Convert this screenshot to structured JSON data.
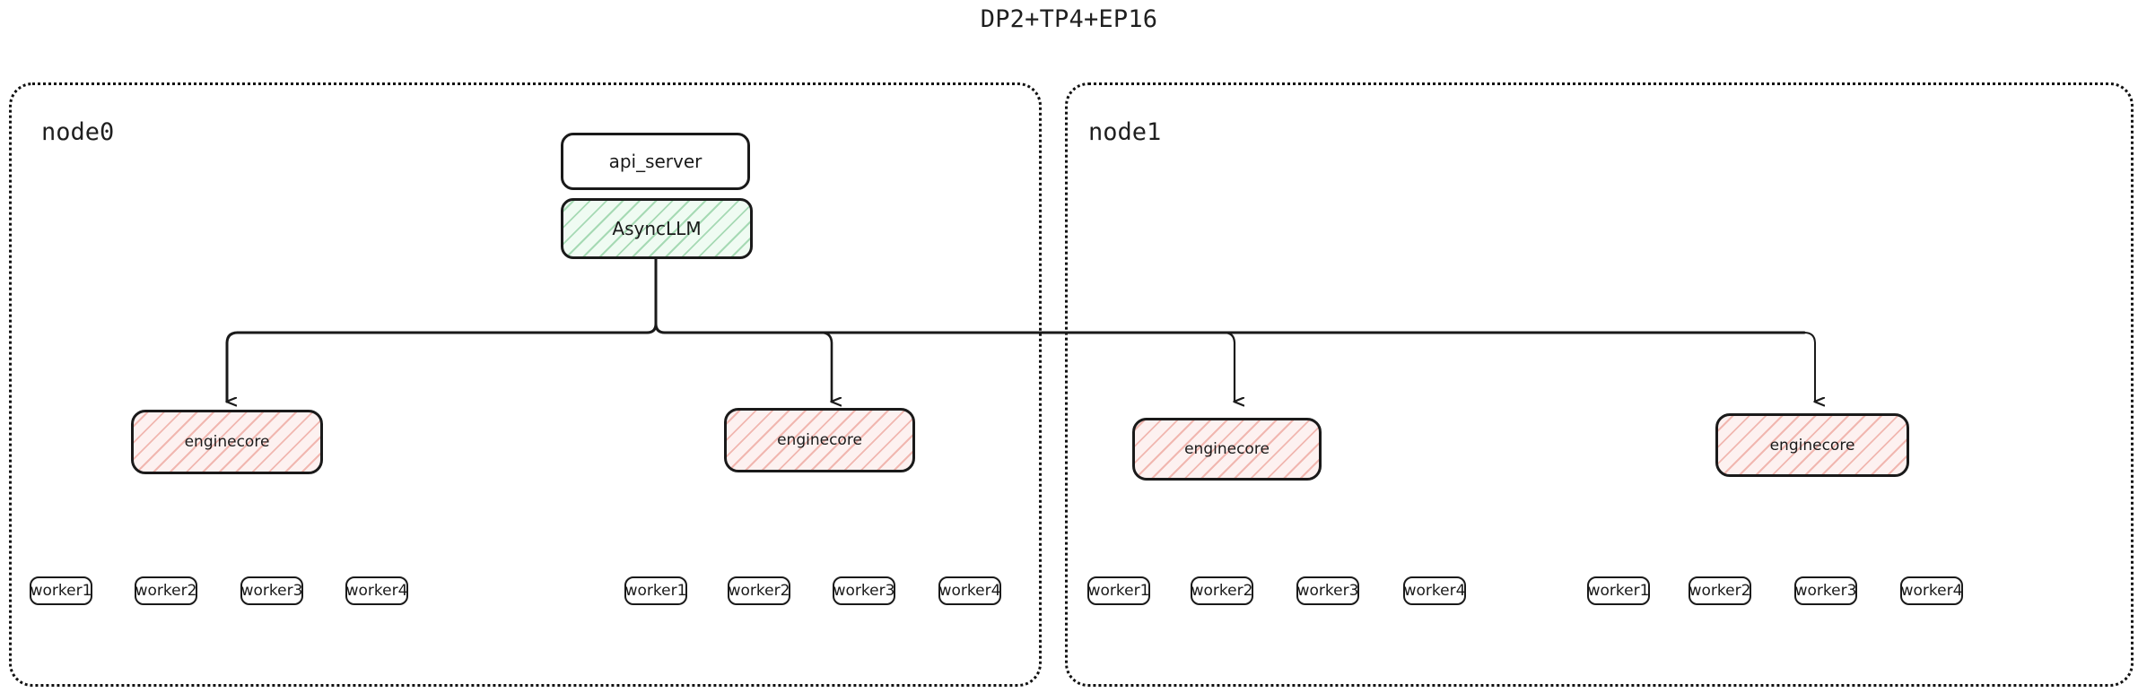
{
  "title": "DP2+TP4+EP16",
  "colors": {
    "border": "#1a1a1a",
    "group_border": "#111111",
    "async_hatch": "#6abe82",
    "engine_hatch": "#e27062",
    "background": "#ffffff",
    "text": "#1a1a1a"
  },
  "nodes": [
    {
      "label": "node0",
      "engines": [
        {
          "label": "enginecore",
          "workers": [
            "worker1",
            "worker2",
            "worker3",
            "worker4"
          ]
        },
        {
          "label": "enginecore",
          "workers": [
            "worker1",
            "worker2",
            "worker3",
            "worker4"
          ]
        }
      ]
    },
    {
      "label": "node1",
      "engines": [
        {
          "label": "enginecore",
          "workers": [
            "worker1",
            "worker2",
            "worker3",
            "worker4"
          ]
        },
        {
          "label": "enginecore",
          "workers": [
            "worker1",
            "worker2",
            "worker3",
            "worker4"
          ]
        }
      ]
    }
  ],
  "frontend": {
    "api_server": "api_server",
    "async_llm": "AsyncLLM"
  }
}
